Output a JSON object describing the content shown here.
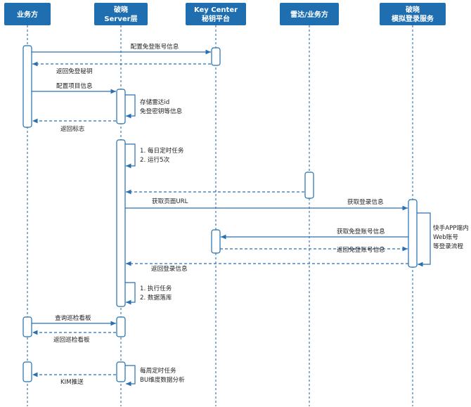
{
  "participants": [
    {
      "id": "biz",
      "lines": [
        "业务方"
      ]
    },
    {
      "id": "server",
      "lines": [
        "破晓",
        "Server层"
      ]
    },
    {
      "id": "kc",
      "lines": [
        "Key Center",
        "秘钥平台"
      ]
    },
    {
      "id": "radar",
      "lines": [
        "雷达/业务方"
      ]
    },
    {
      "id": "sim",
      "lines": [
        "破晓",
        "模拟登录服务"
      ]
    }
  ],
  "messages": [
    {
      "id": "m1",
      "label": "配置免登账号信息"
    },
    {
      "id": "m2",
      "label": "返回免登秘钥"
    },
    {
      "id": "m3",
      "label": "配置项目信息"
    },
    {
      "id": "m4",
      "lines": [
        "存储雷达id",
        "免登密钥等信息"
      ]
    },
    {
      "id": "m5",
      "label": "返回标志"
    },
    {
      "id": "m6",
      "lines": [
        "1. 每日定时任务",
        "2. 运行5次"
      ]
    },
    {
      "id": "m7",
      "label": ""
    },
    {
      "id": "m8",
      "label": "获取页面URL"
    },
    {
      "id": "m9",
      "label": "获取登录信息"
    },
    {
      "id": "m10",
      "lines": [
        "快手APP端内",
        "Web账号",
        "等登录流程"
      ]
    },
    {
      "id": "m11",
      "label": "获取免登账号信息"
    },
    {
      "id": "m12",
      "label": "返回免登账号信息"
    },
    {
      "id": "m13",
      "label": "返回登录信息"
    },
    {
      "id": "m14",
      "lines": [
        "1. 执行任务",
        "2. 数据落库"
      ]
    },
    {
      "id": "m15",
      "label": "查询巡检看板"
    },
    {
      "id": "m16",
      "label": "返回巡检看板"
    },
    {
      "id": "m17",
      "lines": [
        "每周定时任务",
        "BU维度数据分析"
      ]
    },
    {
      "id": "m18",
      "label": "KIM推送"
    }
  ],
  "colors": {
    "header": "#1f6fb0",
    "line": "#2a6fb0",
    "activation_border": "#1f6fb0"
  }
}
